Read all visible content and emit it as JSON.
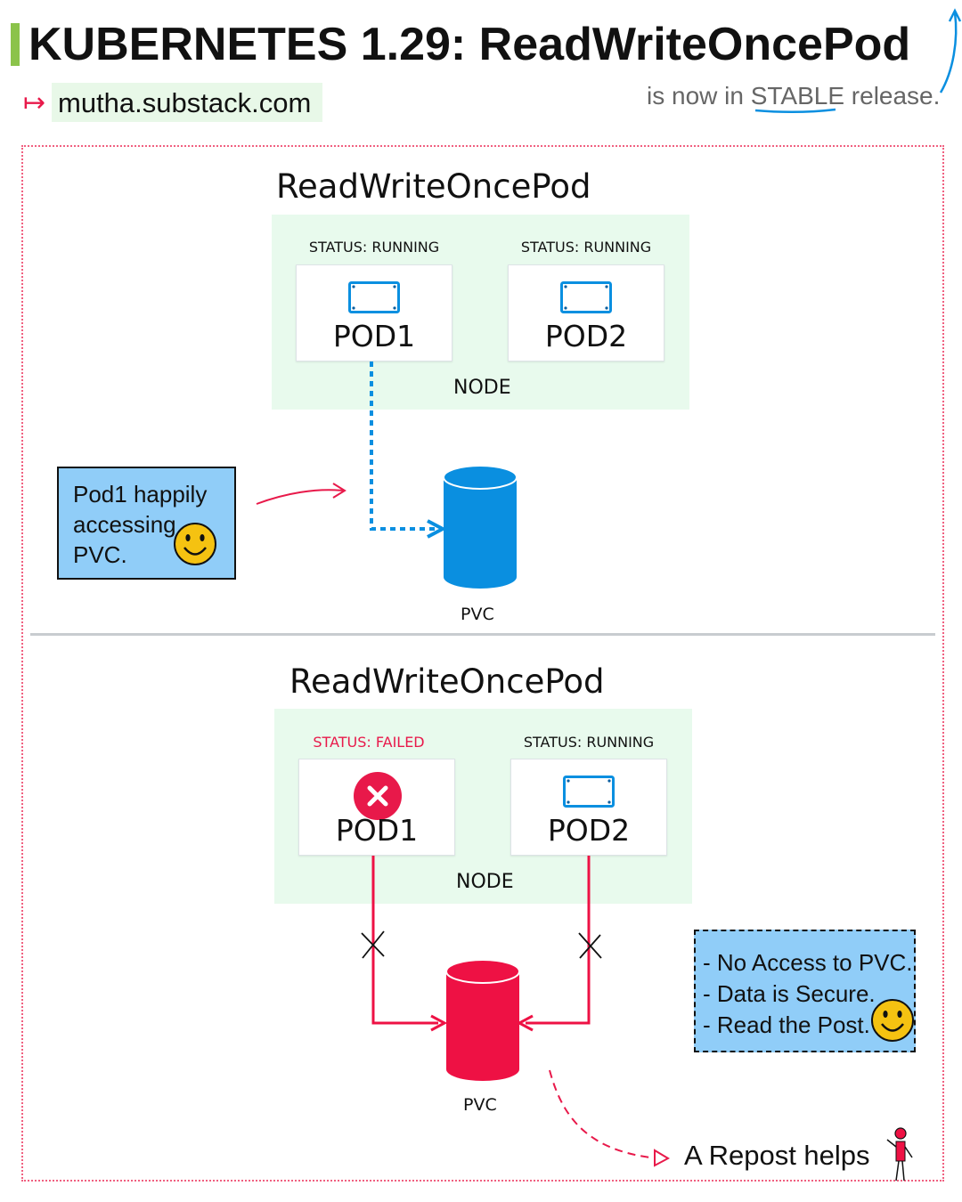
{
  "header": {
    "title": "KUBERNETES 1.29: ReadWriteOncePod",
    "url": "mutha.substack.com",
    "stable_note": "is now in STABLE release."
  },
  "colors": {
    "accent_green": "#8bc34a",
    "node_bg": "#e8faed",
    "pvc_ok": "#0a8fe0",
    "pvc_blocked": "#ee1144",
    "failed": "#e8194a",
    "note_bg": "#90cdf8",
    "smiley": "#f5c211"
  },
  "top_section": {
    "title": "ReadWriteOncePod",
    "pod1": {
      "status": "STATUS: RUNNING",
      "label": "POD1"
    },
    "pod2": {
      "status": "STATUS: RUNNING",
      "label": "POD2"
    },
    "node_label": "NODE",
    "pvc_label": "PVC",
    "note_lines": [
      "Pod1 happily",
      "accessing",
      "PVC."
    ]
  },
  "bottom_section": {
    "title": "ReadWriteOncePod",
    "pod1": {
      "status": "STATUS: FAILED",
      "label": "POD1"
    },
    "pod2": {
      "status": "STATUS: RUNNING",
      "label": "POD2"
    },
    "node_label": "NODE",
    "pvc_label": "PVC",
    "note_lines": [
      "- No Access to PVC.",
      "- Data is Secure.",
      "- Read the Post."
    ]
  },
  "footer": {
    "repost": "A Repost helps"
  },
  "icons": [
    "right-arrow-icon",
    "pod-icon",
    "failed-x-icon",
    "smiley-icon",
    "stick-figure-icon",
    "cylinder-icon"
  ]
}
